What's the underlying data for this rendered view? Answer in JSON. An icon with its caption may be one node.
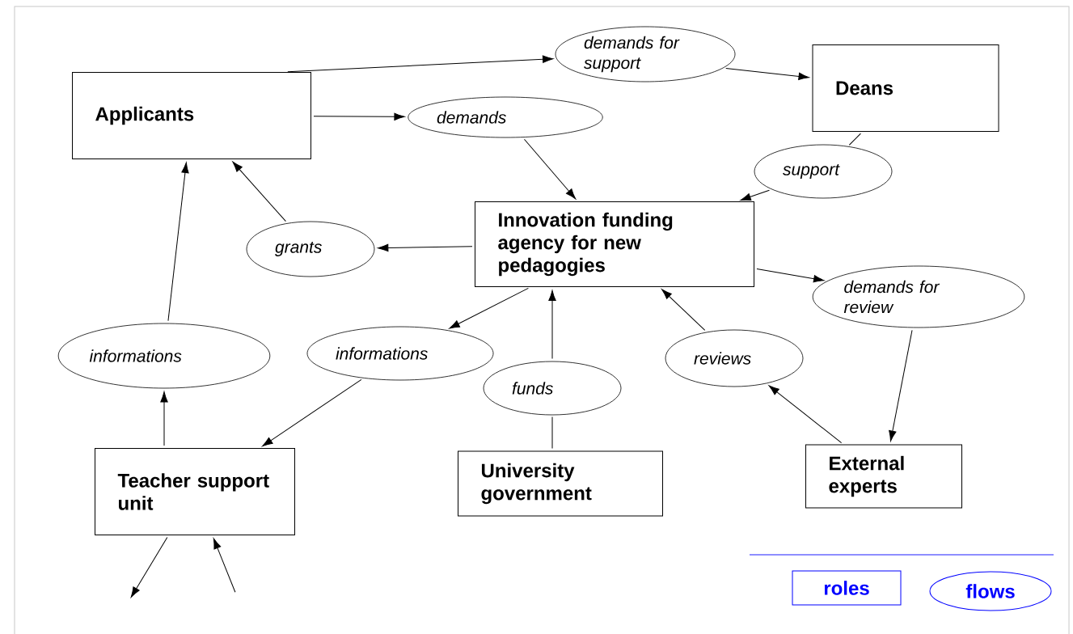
{
  "diagram": {
    "nodes": [
      {
        "text": [
          "Applicants"
        ]
      },
      {
        "text": [
          "demands for support"
        ]
      },
      {
        "text": [
          "Deans"
        ]
      },
      {
        "text": [
          "demands"
        ]
      },
      {
        "text": [
          "support"
        ]
      },
      {
        "text": [
          "grants"
        ]
      },
      {
        "text": [
          "Innovation funding agency for new pedagogies"
        ]
      },
      {
        "text": [
          "demands for review"
        ]
      },
      {
        "text": [
          "informations"
        ]
      },
      {
        "text": [
          "informations"
        ]
      },
      {
        "text": [
          "reviews"
        ]
      },
      {
        "text": [
          "funds"
        ]
      },
      {
        "text": [
          "Teacher support unit"
        ]
      },
      {
        "text": [
          "University government"
        ]
      },
      {
        "text": [
          "External experts"
        ]
      }
    ],
    "edges": [
      {
        "from": 0,
        "to": 1,
        "arrow": "to"
      },
      {
        "from": 1,
        "to": 2,
        "arrow": "to"
      },
      {
        "from": 0,
        "to": 3,
        "arrow": "to"
      },
      {
        "from": 3,
        "to": 6,
        "arrow": "to"
      },
      {
        "from": 2,
        "to": 4,
        "arrow": "none"
      },
      {
        "from": 4,
        "to": 6,
        "arrow": "to"
      },
      {
        "from": 6,
        "to": 5,
        "arrow": "to"
      },
      {
        "from": 5,
        "to": 0,
        "arrow": "to"
      },
      {
        "from": 6,
        "to": 7,
        "arrow": "to"
      },
      {
        "from": 7,
        "to": 14,
        "arrow": "to"
      },
      {
        "from": 14,
        "to": 10,
        "arrow": "to"
      },
      {
        "from": 10,
        "to": 6,
        "arrow": "to"
      },
      {
        "from": 6,
        "to": 9,
        "arrow": "to"
      },
      {
        "from": 9,
        "to": 12,
        "arrow": "to"
      },
      {
        "from": 13,
        "to": 11,
        "arrow": "none"
      },
      {
        "from": 11,
        "to": 6,
        "arrow": "to"
      },
      {
        "from": 12,
        "to": 8,
        "arrow": "to"
      },
      {
        "from": 8,
        "to": 0,
        "arrow": "to"
      },
      {
        "from": 12,
        "to": null,
        "arrow": "to"
      },
      {
        "from": null,
        "to": 12,
        "arrow": "to"
      }
    ],
    "legend": [
      {
        "text": "roles"
      },
      {
        "text": "flows"
      }
    ]
  }
}
